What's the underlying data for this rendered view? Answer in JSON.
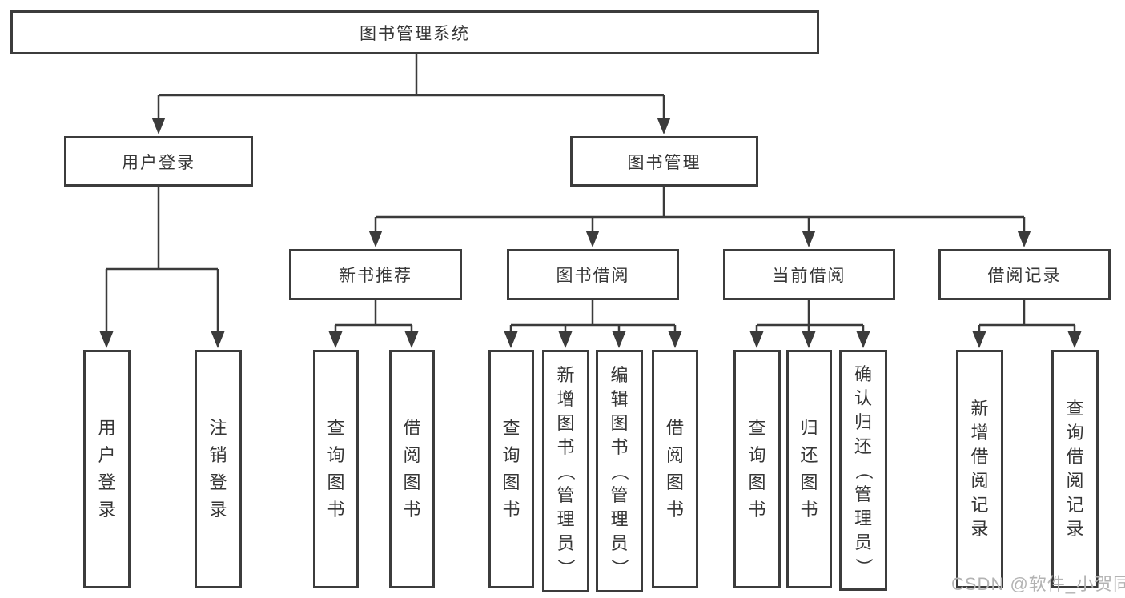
{
  "tree": {
    "root": "图书管理系统",
    "children": [
      {
        "label": "用户登录",
        "children": [
          "用户登录",
          "注销登录"
        ]
      },
      {
        "label": "图书管理",
        "children": [
          {
            "label": "新书推荐",
            "children": [
              "查询图书",
              "借阅图书"
            ]
          },
          {
            "label": "图书借阅",
            "children": [
              "查询图书",
              "新增图书（管理员）",
              "编辑图书（管理员）",
              "借阅图书"
            ]
          },
          {
            "label": "当前借阅",
            "children": [
              "查询图书",
              "归还图书",
              "确认归还（管理员）"
            ]
          },
          {
            "label": "借阅记录",
            "children": [
              "新增借阅记录",
              "查询借阅记录"
            ]
          }
        ]
      }
    ]
  },
  "watermark": "CSDN @软件_小贺同学",
  "colors": {
    "line": "#3b3b3b",
    "border": "#3c3c3c",
    "text": "#363636",
    "watermark": "#b3b3b3",
    "background": "#ffffff"
  }
}
